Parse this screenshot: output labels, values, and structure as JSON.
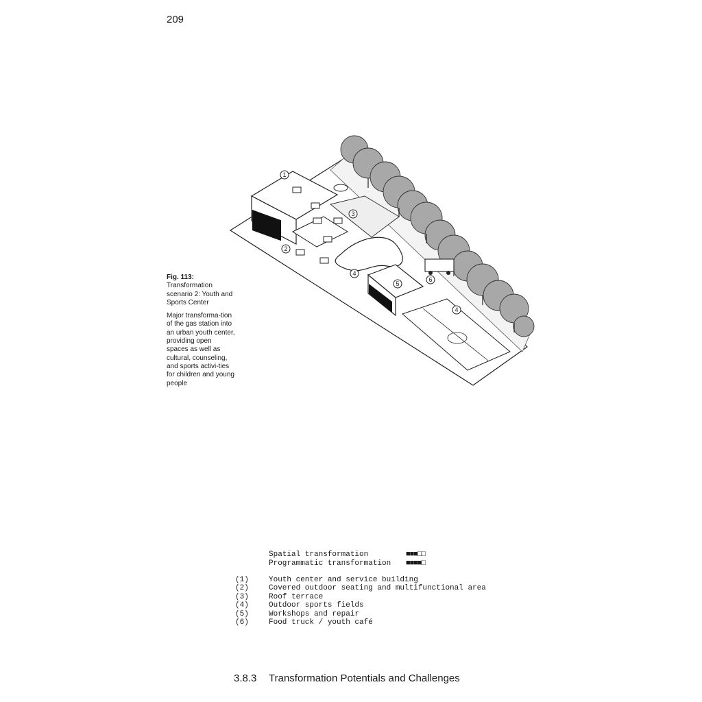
{
  "page_number": "209",
  "caption": {
    "label": "Fig. 113:",
    "title": "Transformation scenario 2: Youth and Sports Center",
    "description": "Major transforma-tion of the gas station into an urban youth center, providing open spaces as well as cultural, counseling, and sports activi-ties for children and young people"
  },
  "figure": {
    "markers": [
      "1",
      "2",
      "3",
      "4",
      "5",
      "6",
      "4"
    ]
  },
  "ratings": [
    {
      "label": "Spatial transformation",
      "bar": "■■■□□"
    },
    {
      "label": "Programmatic transformation",
      "bar": "■■■■□"
    }
  ],
  "legend": [
    {
      "num": "(1)",
      "text": "Youth center and service building"
    },
    {
      "num": "(2)",
      "text": "Covered outdoor seating and multifunctional area"
    },
    {
      "num": "(3)",
      "text": "Roof terrace"
    },
    {
      "num": "(4)",
      "text": "Outdoor sports fields"
    },
    {
      "num": "(5)",
      "text": "Workshops and repair"
    },
    {
      "num": "(6)",
      "text": "Food truck / youth café"
    }
  ],
  "section": {
    "number": "3.8.3",
    "title": "Transformation Potentials and Challenges"
  }
}
